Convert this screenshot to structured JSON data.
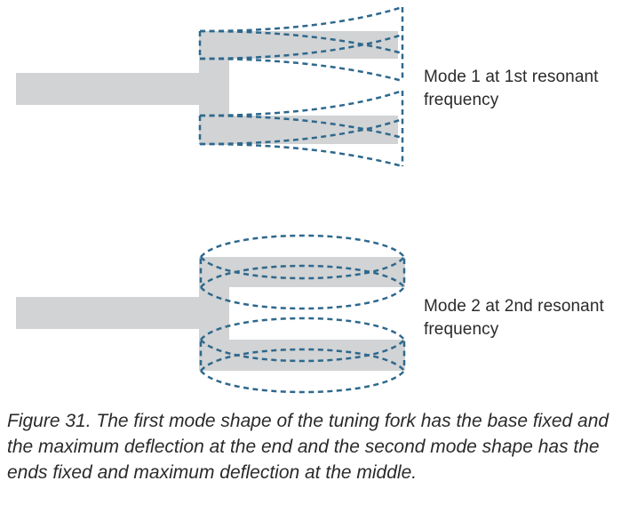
{
  "figure": {
    "mode1": {
      "label": {
        "line1": "Mode 1 at 1st resonant",
        "line2": "frequency"
      }
    },
    "mode2": {
      "label": {
        "line1": "Mode 2 at 2nd resonant",
        "line2": "frequency"
      }
    },
    "caption": {
      "line1": "Figure 31. The first mode shape of the tuning fork has the base fixed and",
      "line2": "the maximum deflection at the end and the second mode shape has the",
      "line3": "ends fixed and maximum deflection at the middle."
    },
    "colors": {
      "fork_fill": "#d1d3d4",
      "mode_line": "#2e688d",
      "text": "#2b2a2a"
    }
  }
}
